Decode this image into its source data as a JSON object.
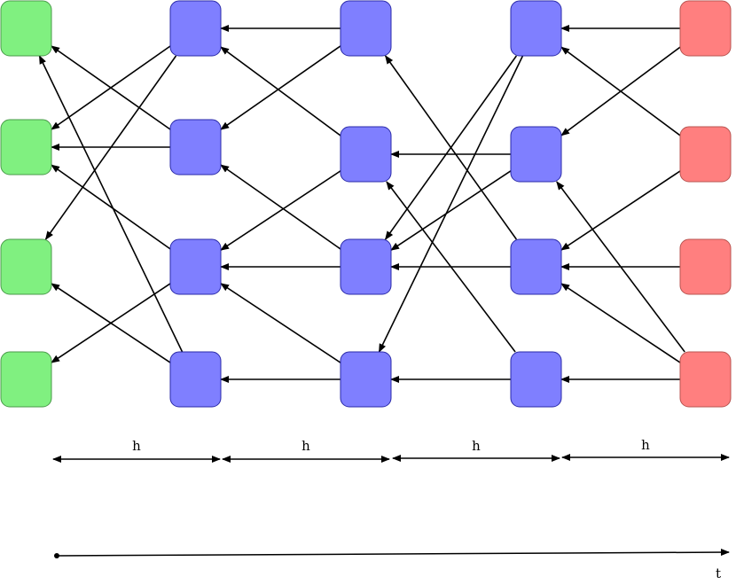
{
  "colors": {
    "source_fill": "#ff7f7f",
    "source_stroke": "#b85450",
    "hidden_fill": "#7f7fff",
    "hidden_stroke": "#2a2aa8",
    "output_fill": "#80f080",
    "output_stroke": "#4a9a4a",
    "edge": "#000000"
  },
  "columns": [
    {
      "role": "output",
      "rows": 4
    },
    {
      "role": "hidden",
      "rows": 4
    },
    {
      "role": "hidden",
      "rows": 4
    },
    {
      "role": "hidden",
      "rows": 4
    },
    {
      "role": "source",
      "rows": 4
    }
  ],
  "edges": [
    {
      "from": [
        4,
        0
      ],
      "to": [
        3,
        0
      ]
    },
    {
      "from": [
        4,
        0
      ],
      "to": [
        3,
        1
      ]
    },
    {
      "from": [
        4,
        1
      ],
      "to": [
        3,
        0
      ]
    },
    {
      "from": [
        4,
        1
      ],
      "to": [
        3,
        2
      ]
    },
    {
      "from": [
        4,
        2
      ],
      "to": [
        3,
        2
      ]
    },
    {
      "from": [
        4,
        3
      ],
      "to": [
        3,
        1
      ]
    },
    {
      "from": [
        4,
        3
      ],
      "to": [
        3,
        2
      ]
    },
    {
      "from": [
        4,
        3
      ],
      "to": [
        3,
        3
      ]
    },
    {
      "from": [
        3,
        0
      ],
      "to": [
        2,
        2
      ]
    },
    {
      "from": [
        3,
        0
      ],
      "to": [
        2,
        3
      ]
    },
    {
      "from": [
        3,
        1
      ],
      "to": [
        2,
        1
      ]
    },
    {
      "from": [
        3,
        1
      ],
      "to": [
        2,
        2
      ]
    },
    {
      "from": [
        3,
        2
      ],
      "to": [
        2,
        0
      ]
    },
    {
      "from": [
        3,
        2
      ],
      "to": [
        2,
        2
      ]
    },
    {
      "from": [
        3,
        3
      ],
      "to": [
        2,
        1
      ]
    },
    {
      "from": [
        3,
        3
      ],
      "to": [
        2,
        3
      ]
    },
    {
      "from": [
        2,
        0
      ],
      "to": [
        1,
        0
      ]
    },
    {
      "from": [
        2,
        0
      ],
      "to": [
        1,
        1
      ]
    },
    {
      "from": [
        2,
        1
      ],
      "to": [
        1,
        0
      ]
    },
    {
      "from": [
        2,
        1
      ],
      "to": [
        1,
        2
      ]
    },
    {
      "from": [
        2,
        2
      ],
      "to": [
        1,
        1
      ]
    },
    {
      "from": [
        2,
        2
      ],
      "to": [
        1,
        2
      ]
    },
    {
      "from": [
        2,
        3
      ],
      "to": [
        1,
        2
      ]
    },
    {
      "from": [
        2,
        3
      ],
      "to": [
        1,
        3
      ]
    },
    {
      "from": [
        1,
        0
      ],
      "to": [
        0,
        1
      ]
    },
    {
      "from": [
        1,
        0
      ],
      "to": [
        0,
        2
      ]
    },
    {
      "from": [
        1,
        1
      ],
      "to": [
        0,
        0
      ]
    },
    {
      "from": [
        1,
        1
      ],
      "to": [
        0,
        1
      ]
    },
    {
      "from": [
        1,
        2
      ],
      "to": [
        0,
        1
      ]
    },
    {
      "from": [
        1,
        2
      ],
      "to": [
        0,
        3
      ]
    },
    {
      "from": [
        1,
        3
      ],
      "to": [
        0,
        0
      ]
    },
    {
      "from": [
        1,
        3
      ],
      "to": [
        0,
        2
      ]
    }
  ],
  "interval_labels": [
    "h",
    "h",
    "h",
    "h"
  ],
  "time_label": "t"
}
